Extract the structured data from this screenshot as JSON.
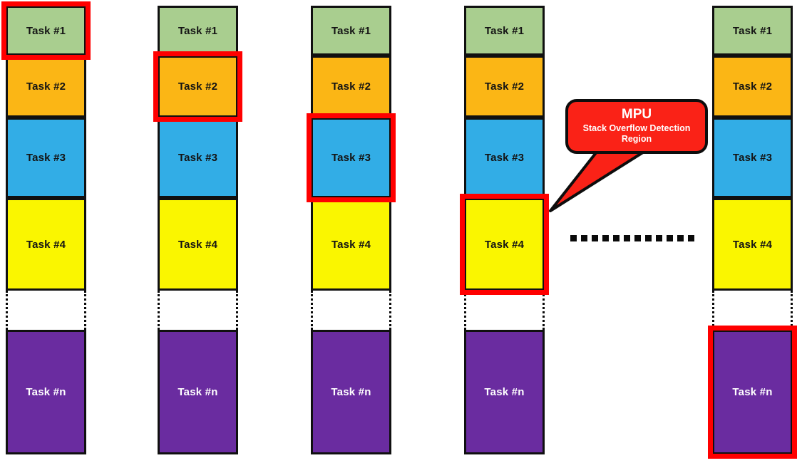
{
  "diagram": {
    "title": "MPU Stack Overflow Detection Region across task stacks",
    "palette": {
      "green": "#A9CE8F",
      "orange": "#FBB615",
      "blue": "#32ADE6",
      "yellow": "#FAF600",
      "purple": "#6A2CA0",
      "highlight_red": "#FF0000",
      "callout_red": "#FA2217",
      "outline": "#101010",
      "background": "#FFFFFF"
    },
    "block_labels": {
      "task1": "Task #1",
      "task2": "Task #2",
      "task3": "Task #3",
      "task4": "Task #4",
      "taskn": "Task #n"
    },
    "columns": [
      {
        "name": "column-1",
        "highlighted_block": "task1",
        "blocks": [
          {
            "label": "Task #1",
            "color": "green",
            "text": "dark",
            "highlighted": true
          },
          {
            "label": "Task #2",
            "color": "orange",
            "text": "dark",
            "highlighted": false
          },
          {
            "label": "Task #3",
            "color": "blue",
            "text": "dark",
            "highlighted": false
          },
          {
            "label": "Task #4",
            "color": "yellow",
            "text": "dark",
            "highlighted": false
          },
          {
            "label": "",
            "color": "gap",
            "text": "dark",
            "highlighted": false
          },
          {
            "label": "Task #n",
            "color": "purple",
            "text": "light",
            "highlighted": false
          }
        ]
      },
      {
        "name": "column-2",
        "highlighted_block": "task2",
        "blocks": [
          {
            "label": "Task #1",
            "color": "green",
            "text": "dark",
            "highlighted": false
          },
          {
            "label": "Task #2",
            "color": "orange",
            "text": "dark",
            "highlighted": true
          },
          {
            "label": "Task #3",
            "color": "blue",
            "text": "dark",
            "highlighted": false
          },
          {
            "label": "Task #4",
            "color": "yellow",
            "text": "dark",
            "highlighted": false
          },
          {
            "label": "",
            "color": "gap",
            "text": "dark",
            "highlighted": false
          },
          {
            "label": "Task #n",
            "color": "purple",
            "text": "light",
            "highlighted": false
          }
        ]
      },
      {
        "name": "column-3",
        "highlighted_block": "task3",
        "blocks": [
          {
            "label": "Task #1",
            "color": "green",
            "text": "dark",
            "highlighted": false
          },
          {
            "label": "Task #2",
            "color": "orange",
            "text": "dark",
            "highlighted": false
          },
          {
            "label": "Task #3",
            "color": "blue",
            "text": "dark",
            "highlighted": true
          },
          {
            "label": "Task #4",
            "color": "yellow",
            "text": "dark",
            "highlighted": false
          },
          {
            "label": "",
            "color": "gap",
            "text": "dark",
            "highlighted": false
          },
          {
            "label": "Task #n",
            "color": "purple",
            "text": "light",
            "highlighted": false
          }
        ]
      },
      {
        "name": "column-4",
        "highlighted_block": "task4",
        "blocks": [
          {
            "label": "Task #1",
            "color": "green",
            "text": "dark",
            "highlighted": false
          },
          {
            "label": "Task #2",
            "color": "orange",
            "text": "dark",
            "highlighted": false
          },
          {
            "label": "Task #3",
            "color": "blue",
            "text": "dark",
            "highlighted": false
          },
          {
            "label": "Task #4",
            "color": "yellow",
            "text": "dark",
            "highlighted": true
          },
          {
            "label": "",
            "color": "gap",
            "text": "dark",
            "highlighted": false
          },
          {
            "label": "Task #n",
            "color": "purple",
            "text": "light",
            "highlighted": false
          }
        ]
      },
      {
        "name": "column-5",
        "highlighted_block": "taskn",
        "blocks": [
          {
            "label": "Task #1",
            "color": "green",
            "text": "dark",
            "highlighted": false
          },
          {
            "label": "Task #2",
            "color": "orange",
            "text": "dark",
            "highlighted": false
          },
          {
            "label": "Task #3",
            "color": "blue",
            "text": "dark",
            "highlighted": false
          },
          {
            "label": "Task #4",
            "color": "yellow",
            "text": "dark",
            "highlighted": false
          },
          {
            "label": "",
            "color": "gap",
            "text": "dark",
            "highlighted": false
          },
          {
            "label": "Task #n",
            "color": "purple",
            "text": "light",
            "highlighted": true
          }
        ]
      }
    ],
    "callout": {
      "title": "MPU",
      "subtitle": "Stack Overflow Detection Region",
      "points_to": "column-4-task4"
    },
    "continuation": {
      "style": "dotted",
      "dot_count": 14
    }
  }
}
